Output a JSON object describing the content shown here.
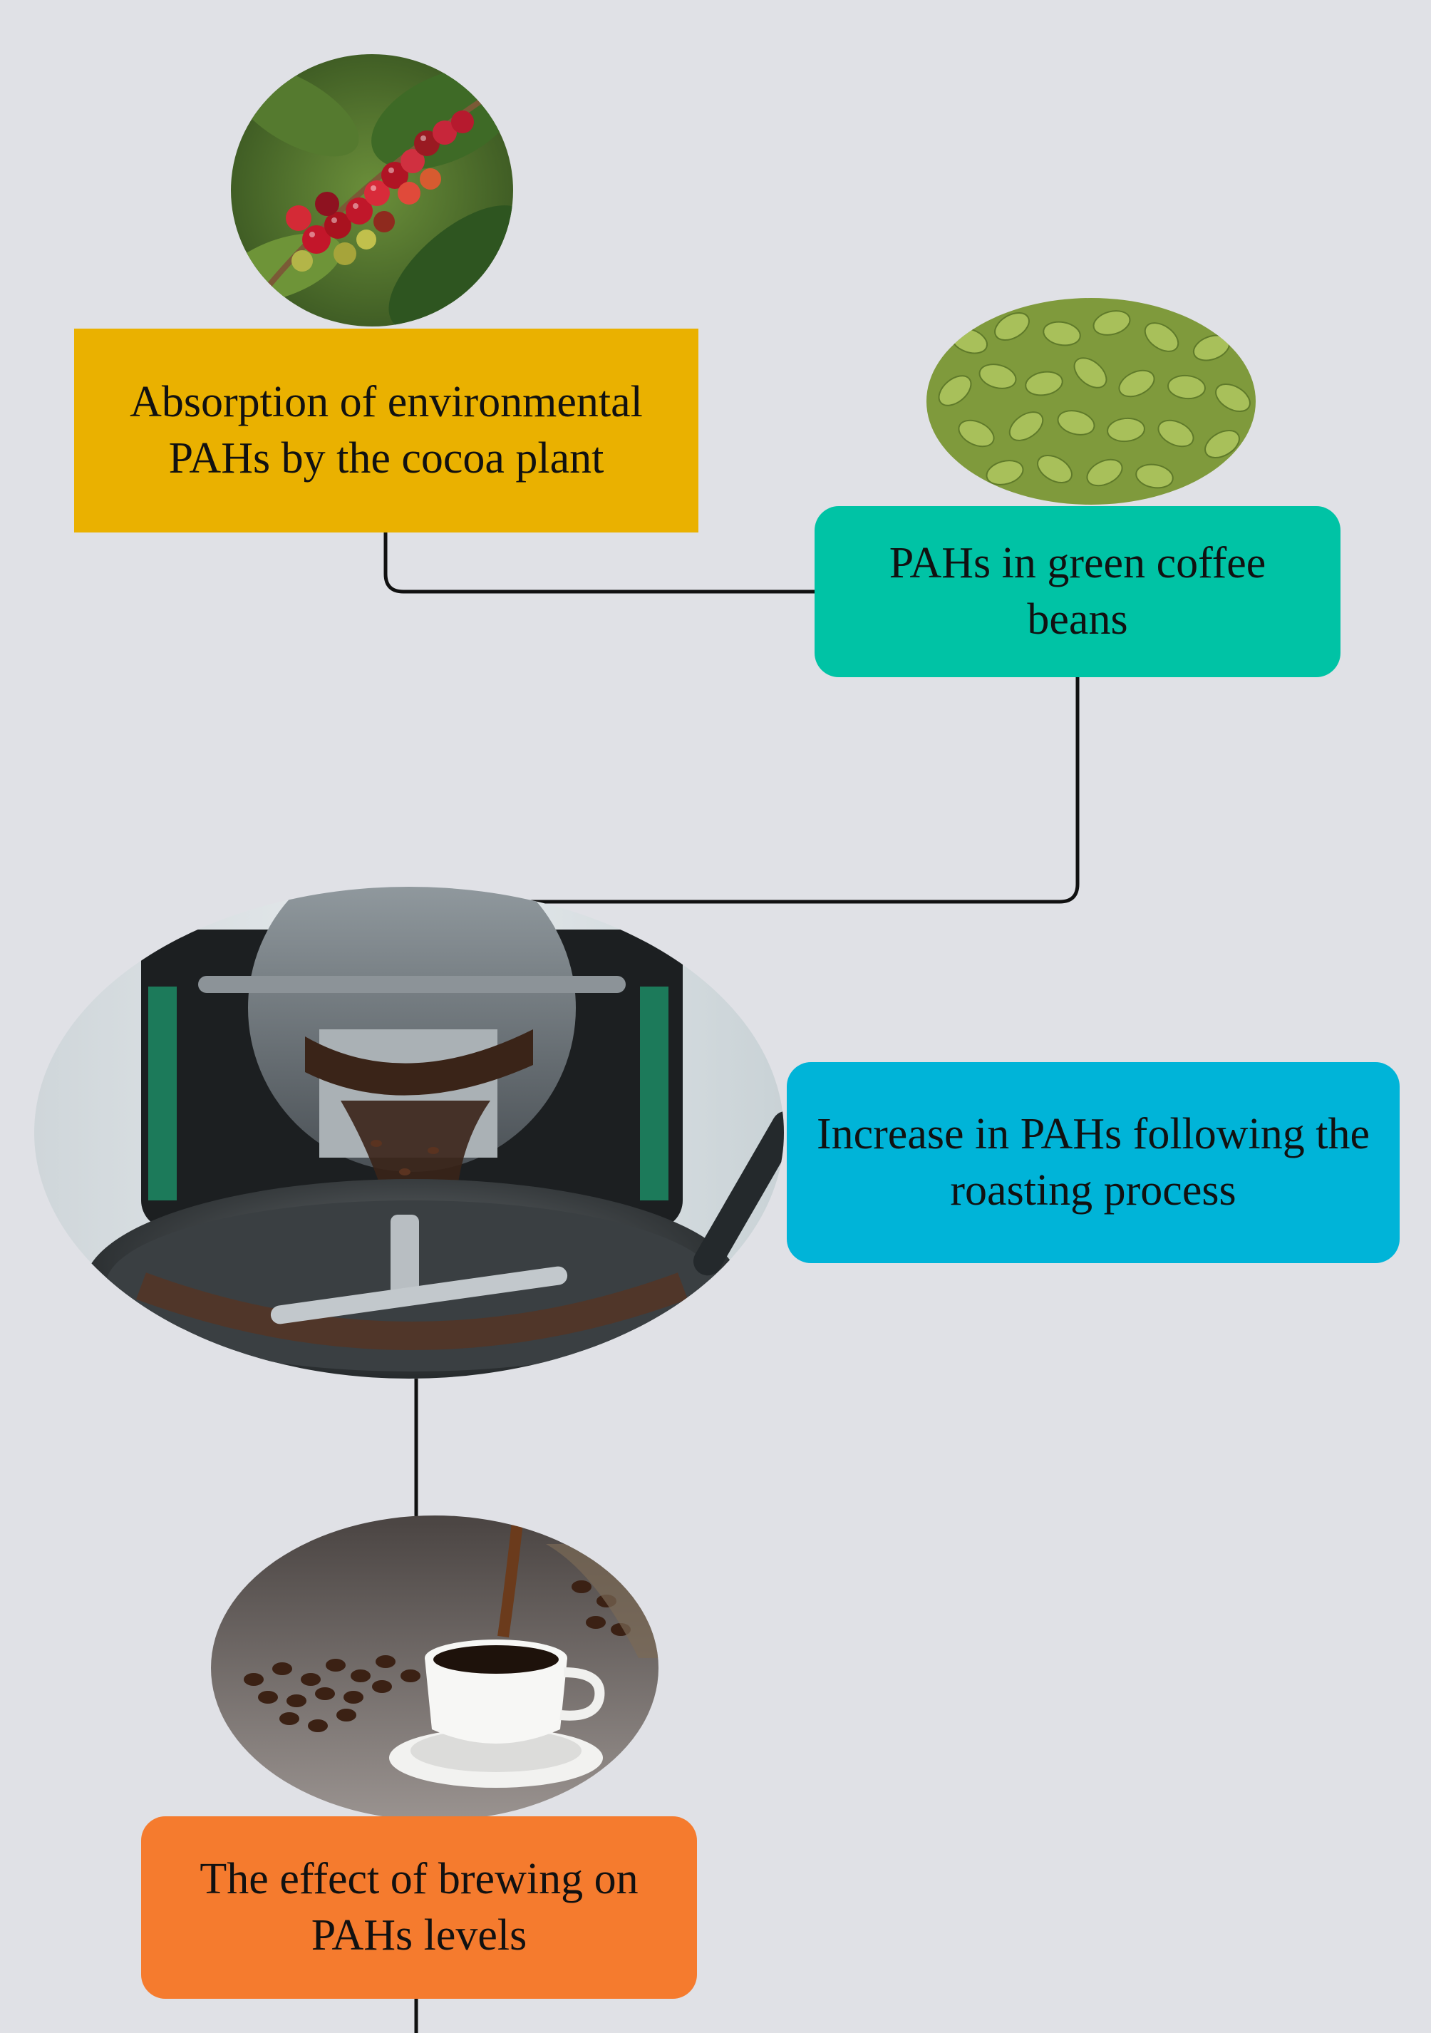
{
  "steps": [
    {
      "label": "Absorption of environmental PAHs by the cocoa plant",
      "color": "#eab100",
      "image": "red-coffee-cherries-on-branch"
    },
    {
      "label": "PAHs in green coffee beans",
      "color": "#00c3a5",
      "image": "pile-of-green-coffee-beans"
    },
    {
      "label": "Increase in PAHs following the roasting process",
      "color": "#00b4d8",
      "image": "coffee-roasting-machine"
    },
    {
      "label": "The effect of brewing on PAHs levels",
      "color": "#f57b2e",
      "image": "cup-of-coffee-with-beans"
    }
  ],
  "colors": {
    "background": "#e0e1e6",
    "connector": "#111111"
  }
}
